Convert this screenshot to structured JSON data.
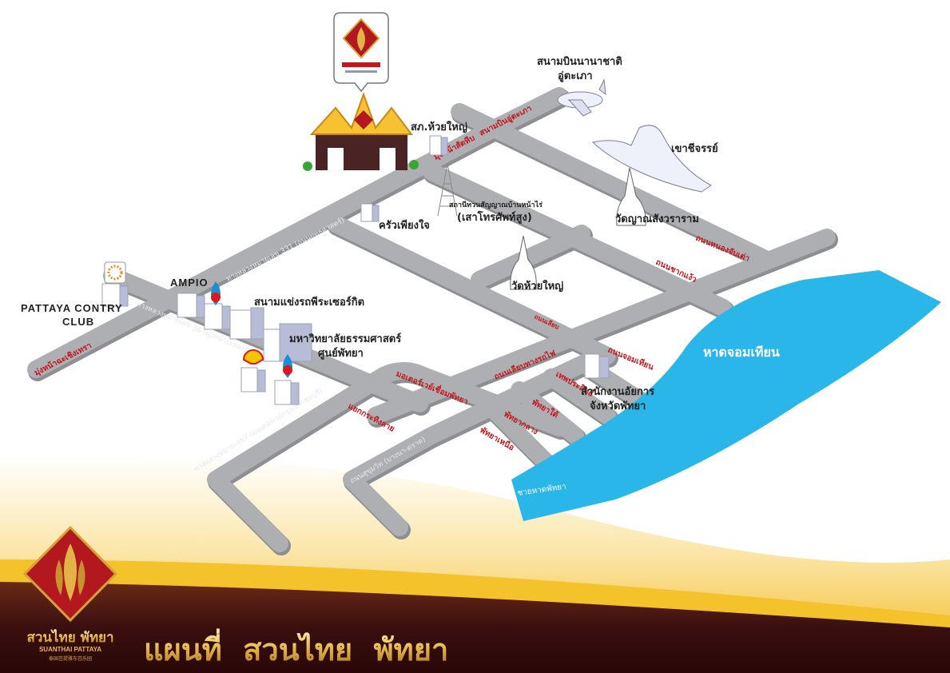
{
  "brand": {
    "name_th": "สวนไทย พัทยา",
    "name_en": "SUANTHAI PATTAYA",
    "name_cn": "泰国芭提雅东芭乐园",
    "title": "แผนที่  สวนไทย  พัทยา"
  },
  "colors": {
    "sea": "#2bb6ea",
    "road": "#a7a8ab",
    "label_red": "#c4161c",
    "gold": "#e9c46a",
    "maroon": "#3a0f10"
  },
  "places": {
    "airport": [
      "สนามบินนานาชาติ",
      "อู่ตะเภา"
    ],
    "police": "สภ.ห้วยใหญ่",
    "mountain": "เขาชีจรรย์",
    "tower": [
      "สถานีทวนสัญญาณบ้านหน้าไร่",
      "(เสาโทรศัพท์สูง)"
    ],
    "restaurant": "ครัวเพียงใจ",
    "temple1": "วัดญาณสังวราราม",
    "temple2": "วัดห้วยใหญ่",
    "country_club": [
      "PATTAYA  CONTRY",
      "CLUB"
    ],
    "ampio": "AMPIO",
    "racetrack": "สนามแข่งรถพีระเซอร์กิต",
    "university": [
      "มหาวิทยาลัยธรรมศาสตร์",
      "ศูนย์พัทยา"
    ],
    "prosecutor": [
      "สำนักงานอัยการ",
      "จังหวัดพัทยา"
    ],
    "beach1": "หาดจอมเทียน",
    "beach2": "ชายหาดพัทยา"
  },
  "roads": {
    "hw331": "ทางหลวงหมายเลข 331 (ถนนยุทธศาสตร์)",
    "hw36": "ทางหลวงหมายเลข 36 (มุ่งหน้าระยอง)",
    "hw7": "ทางหลวงหมายเลข7 (มอเตอร์เวย์กรุงเทพ-ชลบุรี)",
    "sukhumvit": "ถนนสุขุมวิท (บางนา-ตราด)",
    "to_chachoengsao": "มุ่งหน้าฉะเชิงเทรา",
    "to_sattahip": "มุ่งหน้าสัตหีบ",
    "to_utapao": "สนามบินอู่ตะเภา",
    "nongjabtao": "ถนนหนองจับเต่า",
    "chakngaeo": "ถนนชากแง้ว",
    "railway": "ถนนเลียบทางรถไฟ",
    "motorway_link": "มอเตอร์เวย์เชื่อมพัทยา",
    "krathinglai": "แยกกระทิงลาย",
    "north": "พัทยาเหนือ",
    "central": "พัทยากลาง",
    "south": "พัทยาใต้",
    "thepprasit": "เทพประสิทธิ์",
    "jomtien": "ถนนจอมเทียน",
    "liap": "ถนนเลียบ"
  }
}
